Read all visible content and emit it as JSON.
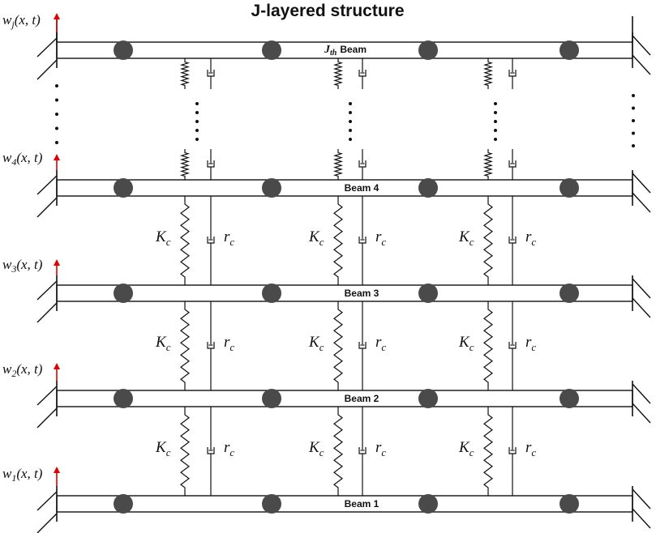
{
  "title": "J-layered structure",
  "beams": {
    "beam_j_symbol": "J",
    "beam_j_sub": "th",
    "beam_j_word": "Beam",
    "beam_4": "Beam 4",
    "beam_3": "Beam 3",
    "beam_2": "Beam 2",
    "beam_1": "Beam 1"
  },
  "displacements": {
    "w_j": {
      "w": "w",
      "sub": "j",
      "args": "(x, t)"
    },
    "w_4": {
      "w": "w",
      "sub": "4",
      "args": "(x, t)"
    },
    "w_3": {
      "w": "w",
      "sub": "3",
      "args": "(x, t)"
    },
    "w_2": {
      "w": "w",
      "sub": "2",
      "args": "(x, t)"
    },
    "w_1": {
      "w": "w",
      "sub": "1",
      "args": "(x, t)"
    }
  },
  "coupling": {
    "stiffness": {
      "main": "K",
      "sub": "c"
    },
    "damping": {
      "main": "r",
      "sub": "c"
    }
  },
  "ellipsis_dot_count": 5,
  "colors": {
    "line": "#111111",
    "mass": "#4a4a4a",
    "arrow": "#e00000"
  }
}
